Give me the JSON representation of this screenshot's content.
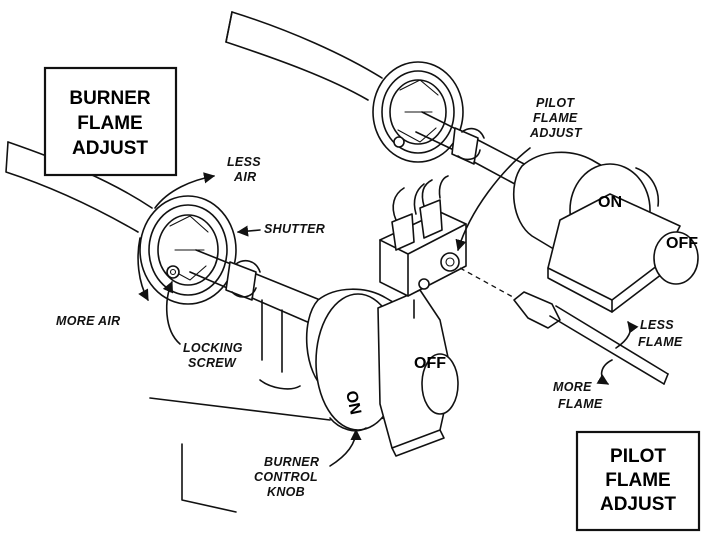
{
  "boxes": {
    "burner_flame_adjust": [
      "BURNER",
      "FLAME",
      "ADJUST"
    ],
    "pilot_flame_adjust": [
      "PILOT",
      "FLAME",
      "ADJUST"
    ]
  },
  "labels": {
    "less_air": [
      "LESS",
      "AIR"
    ],
    "more_air": "MORE AIR",
    "shutter": "SHUTTER",
    "locking_screw": [
      "LOCKING",
      "SCREW"
    ],
    "pilot_flame_adjust": [
      "PILOT",
      "FLAME",
      "ADJUST"
    ],
    "less_flame": [
      "LESS",
      "FLAME"
    ],
    "more_flame": [
      "MORE",
      "FLAME"
    ],
    "burner_control_knob": [
      "BURNER",
      "CONTROL",
      "KNOB"
    ]
  },
  "knob_markings": {
    "rear_on": "ON",
    "rear_off": "OFF",
    "front_off": "OFF",
    "front_on": "ON"
  }
}
